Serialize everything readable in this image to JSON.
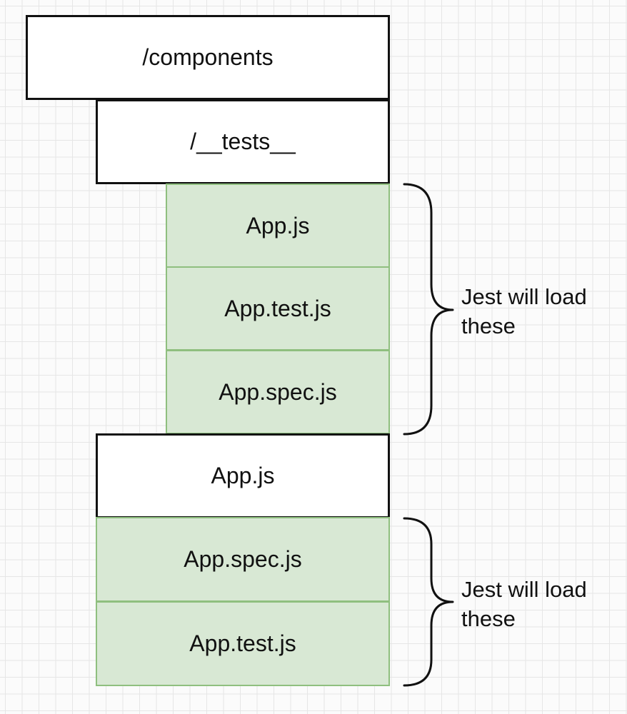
{
  "folders": {
    "components": "/components",
    "tests": "/__tests__"
  },
  "tests_folder_files": [
    "App.js",
    "App.test.js",
    "App.spec.js"
  ],
  "components_folder_files": [
    "App.js",
    "App.spec.js",
    "App.test.js"
  ],
  "annotations": {
    "upper_line1": "Jest will load",
    "upper_line2": "these",
    "lower_line1": "Jest will load",
    "lower_line2": "these"
  },
  "colors": {
    "highlight_fill": "#d8e8d4",
    "highlight_border": "#8fbf7f",
    "outline": "#111111"
  }
}
